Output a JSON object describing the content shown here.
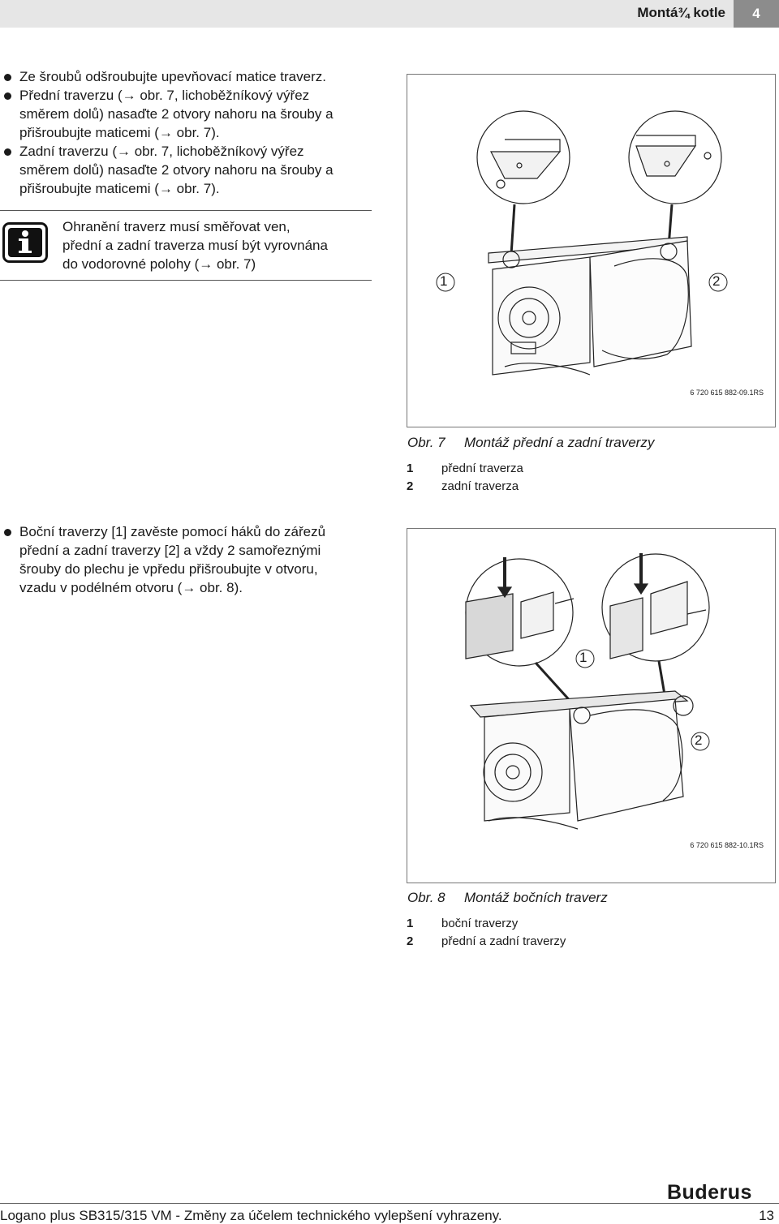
{
  "header": {
    "section_title": "Montá¾ kotle",
    "chapter_number": "4"
  },
  "steps_top": [
    "Ze šroubů odšroubujte upevňovací matice traverz.",
    "Přední traverzu (→ obr. 7, lichoběžníkový výřez směrem dolů) nasaďte 2 otvory nahoru na šrouby a přišroubujte maticemi (→ obr. 7).",
    "Zadní traverzu (→ obr. 7, lichoběžníkový výřez směrem dolů) nasaďte 2 otvory nahoru na šrouby a přišroubujte maticemi (→ obr. 7)."
  ],
  "steps_top_lines": [
    [
      "Ze šroubů odšroubujte upevňovací matice traverz."
    ],
    [
      "Přední traverzu (→ obr. 7, lichoběžníkový výřez",
      "směrem dolů) nasaďte 2 otvory nahoru na šrouby a",
      "přišroubujte maticemi (→ obr. 7)."
    ],
    [
      "Zadní traverzu (→ obr. 7, lichoběžníkový výřez",
      "směrem dolů) nasaďte 2 otvory nahoru na šrouby a",
      "přišroubujte maticemi (→ obr. 7)."
    ]
  ],
  "note": {
    "icon": "info-icon",
    "lines": [
      "Ohranění traverz musí směřovat ven,",
      "přední a zadní traverza musí být vyrovnána",
      "do vodorovné polohy (→ obr. 7)"
    ]
  },
  "figure7": {
    "callouts": [
      "1",
      "2"
    ],
    "code": "6 720 615 882-09.1RS",
    "caption_number": "Obr. 7",
    "caption_text": "Montáž přední a zadní traverzy",
    "legend": [
      {
        "num": "1",
        "text": "přední traverza"
      },
      {
        "num": "2",
        "text": "zadní traverza"
      }
    ]
  },
  "step_bottom": {
    "lines": [
      "Boční traverzy [1] zavěste pomocí háků do zářezů",
      "přední a zadní traverzy [2] a vždy 2 samořeznými",
      "šrouby do plechu je vpředu přišroubujte v otvoru,",
      "vzadu v podélném otvoru (→ obr. 8)."
    ]
  },
  "figure8": {
    "callouts": [
      "1",
      "2"
    ],
    "code": "6 720 615 882-10.1RS",
    "caption_number": "Obr. 8",
    "caption_text": "Montáž bočních traverz",
    "legend": [
      {
        "num": "1",
        "text": "boční traverzy"
      },
      {
        "num": "2",
        "text": "přední a zadní traverzy"
      }
    ]
  },
  "footer": {
    "document": "Logano plus SB315/315 VM - Změny za účelem technického vylepšení vyhrazeny.",
    "page_number": "13",
    "logo_text": "Buderus"
  }
}
